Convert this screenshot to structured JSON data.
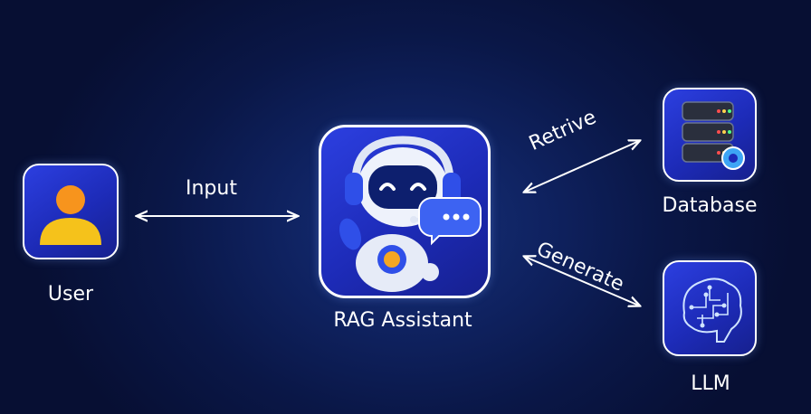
{
  "nodes": {
    "user": {
      "label": "User",
      "icon": "user-icon"
    },
    "assistant": {
      "label": "RAG Assistant",
      "icon": "robot-assistant-icon"
    },
    "database": {
      "label": "Database",
      "icon": "database-gear-icon"
    },
    "llm": {
      "label": "LLM",
      "icon": "brain-circuit-icon"
    }
  },
  "edges": {
    "input": "Input",
    "retrieve": "Retrive",
    "generate": "Generate"
  },
  "colors": {
    "background": "#0a1747",
    "card": "#1d2bb8",
    "user_head": "#f7941d",
    "user_body": "#f5c21b",
    "arrow": "#ffffff"
  }
}
